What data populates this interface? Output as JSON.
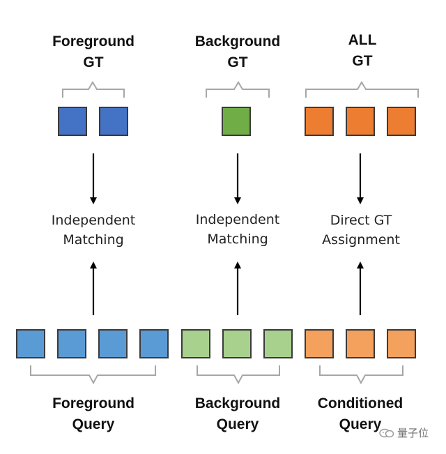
{
  "columns": [
    {
      "id": "foreground",
      "gt_label": [
        "Foreground",
        "GT"
      ],
      "process_label": [
        "Independent",
        "Matching"
      ],
      "query_label": [
        "Foreground",
        "Query"
      ]
    },
    {
      "id": "background",
      "gt_label": [
        "Background",
        "GT"
      ],
      "process_label": [
        "Independent",
        "Matching"
      ],
      "query_label": [
        "Background",
        "Query"
      ]
    },
    {
      "id": "conditioned",
      "gt_label": [
        "ALL",
        "GT"
      ],
      "process_label": [
        "Direct GT",
        "Assignment"
      ],
      "query_label": [
        "Conditioned",
        "Query"
      ]
    }
  ],
  "colors": {
    "gt_foreground": "#4472c4",
    "gt_background": "#70ad47",
    "gt_all": "#ed7d31",
    "query_foreground": "#5b9bd5",
    "query_background": "#a9d18e",
    "query_conditioned": "#f4a15d",
    "bracket": "#a6a6a6",
    "arrow": "#000000"
  },
  "watermark": {
    "text": "量子位"
  }
}
